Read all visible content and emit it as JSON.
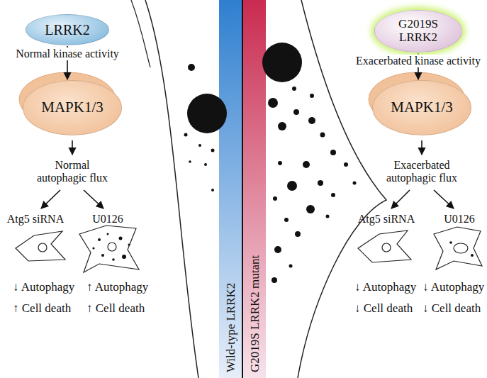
{
  "diagram": {
    "nodes": [
      {
        "text": [
          "LRRK2"
        ]
      },
      {
        "text": [
          "MAPK1/3"
        ]
      },
      {
        "text": [
          "G2019S LRRK2"
        ]
      },
      {
        "text": [
          "MAPK1/3"
        ]
      },
      {
        "text": [
          "Wild-type LRRK2"
        ]
      },
      {
        "text": [
          "G2019S LRRK2 mutant"
        ]
      }
    ],
    "edges": [
      {
        "from": 0,
        "to": 1,
        "arrow": "to",
        "label": "Normal kinase activity"
      },
      {
        "from": 2,
        "to": 3,
        "arrow": "to",
        "label": "Exacerbated kinase activity"
      }
    ],
    "labels": [
      "Normal autophagic flux",
      "Atg5 siRNA",
      "U0126",
      "↓ Autophagy",
      "↑ Cell death",
      "↑ Autophagy",
      "↑ Cell death",
      "Exacerbated autophagic flux",
      "Atg5 siRNA",
      "U0126",
      "↓ Autophagy",
      "↓ Cell death",
      "↓ Autophagy",
      "↓ Cell death"
    ]
  }
}
